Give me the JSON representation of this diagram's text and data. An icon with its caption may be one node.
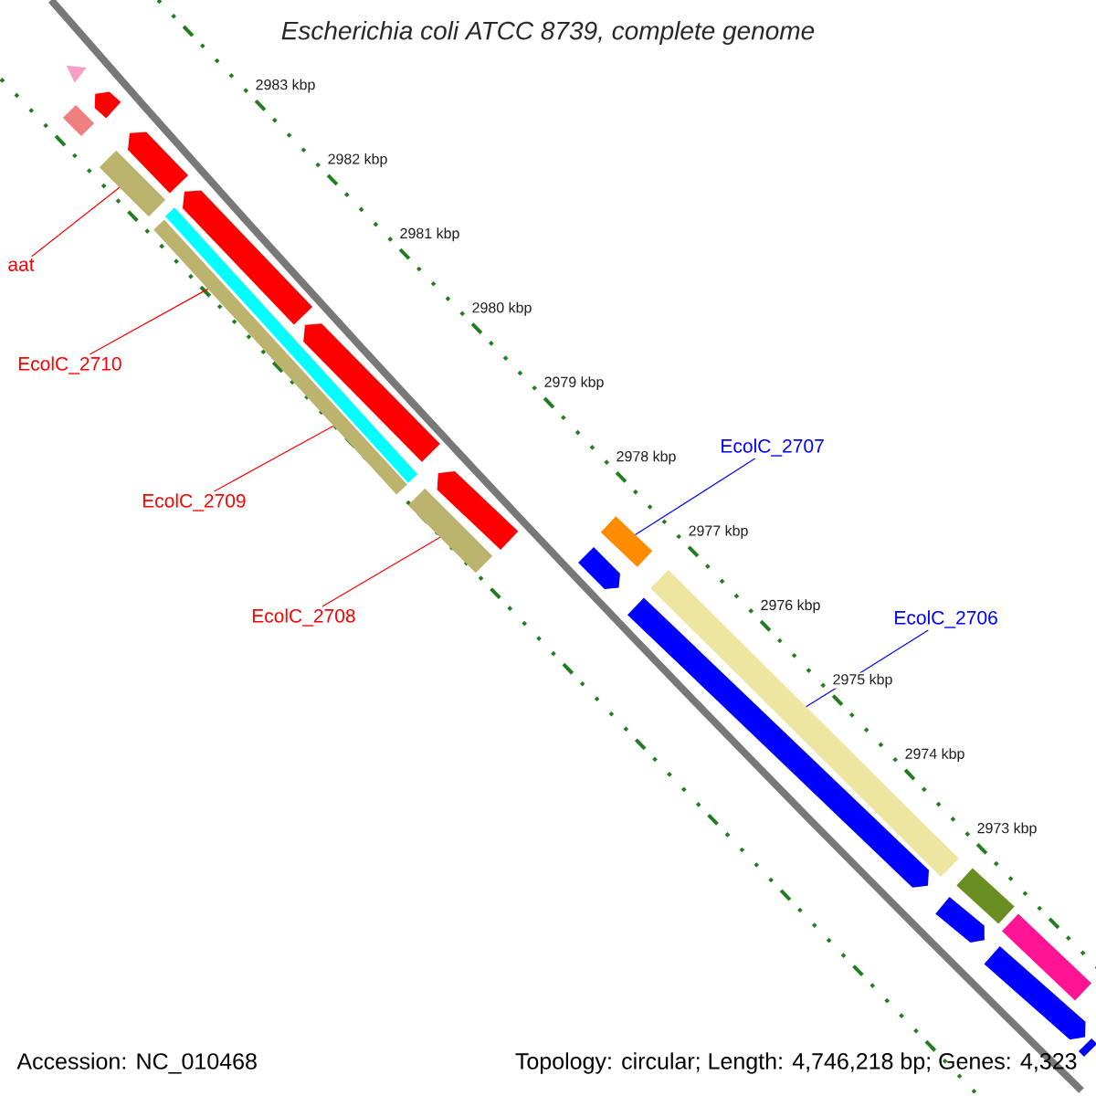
{
  "diagram": {
    "title": "Escherichia coli ATCC 8739, complete genome",
    "nodes": [
      {
        "text": [
          "aat"
        ]
      },
      {
        "text": [
          "EcolC_2710"
        ]
      },
      {
        "text": [
          "EcolC_2709"
        ]
      },
      {
        "text": [
          "EcolC_2708"
        ]
      },
      {
        "text": [
          "EcolC_2707"
        ]
      },
      {
        "text": [
          "EcolC_2706"
        ]
      },
      {
        "text": [],
        "shape": "triangle"
      },
      {
        "text": [],
        "shape": "bar"
      },
      {
        "text": [],
        "shape": "arrow"
      },
      {
        "text": [],
        "shape": "bar"
      },
      {
        "text": [],
        "shape": "arrow"
      },
      {
        "text": [],
        "shape": "bar"
      },
      {
        "text": [],
        "shape": "bar"
      },
      {
        "text": [],
        "shape": "arrow"
      },
      {
        "text": [],
        "shape": "arrow"
      },
      {
        "text": [],
        "shape": "bar"
      },
      {
        "text": [],
        "shape": "arrow"
      },
      {
        "text": [],
        "shape": "arrow"
      },
      {
        "text": [],
        "shape": "bar"
      },
      {
        "text": [],
        "shape": "arrow"
      },
      {
        "text": [],
        "shape": "bar"
      },
      {
        "text": [],
        "shape": "bar"
      },
      {
        "text": [],
        "shape": "arrow"
      },
      {
        "text": [],
        "shape": "bar"
      },
      {
        "text": [],
        "shape": "arrow"
      },
      {
        "text": [],
        "shape": "bar"
      }
    ],
    "edges": [
      {
        "from": 0,
        "to": 9,
        "arrow": "none"
      },
      {
        "from": 1,
        "to": 11,
        "arrow": "none"
      },
      {
        "from": 2,
        "to": 11,
        "arrow": "none"
      },
      {
        "from": 3,
        "to": 15,
        "arrow": "none"
      },
      {
        "from": 4,
        "to": 18,
        "arrow": "none",
        "color": "#0000ff"
      },
      {
        "from": 5,
        "to": 20,
        "arrow": "none",
        "color": "#0000ff"
      }
    ],
    "labels": [
      "2983 kbp",
      "2982 kbp",
      "2981 kbp",
      "2980 kbp",
      "2979 kbp",
      "2978 kbp",
      "2977 kbp",
      "2976 kbp",
      "2975 kbp",
      "2974 kbp",
      "2973 kbp",
      "Accession: NC_010468",
      "Topology: circular; Length: 4,746,218 bp; Genes: 4,323"
    ]
  }
}
